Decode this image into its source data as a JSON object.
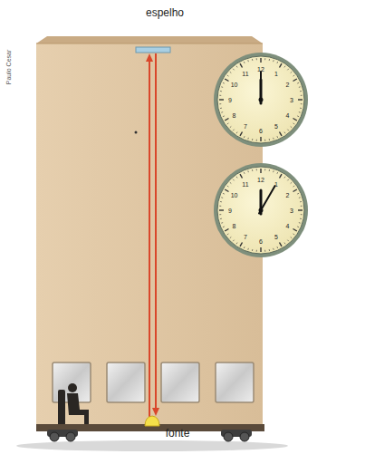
{
  "diagram": {
    "labels": [
      "espelho",
      "Paulo Cesar",
      "12",
      "1",
      "2",
      "3",
      "4",
      "5",
      "6",
      "7",
      "8",
      "9",
      "10",
      "11",
      "12",
      "1",
      "2",
      "3",
      "4",
      "5",
      "6",
      "7",
      "8",
      "9",
      "10",
      "11",
      "fonte"
    ]
  }
}
